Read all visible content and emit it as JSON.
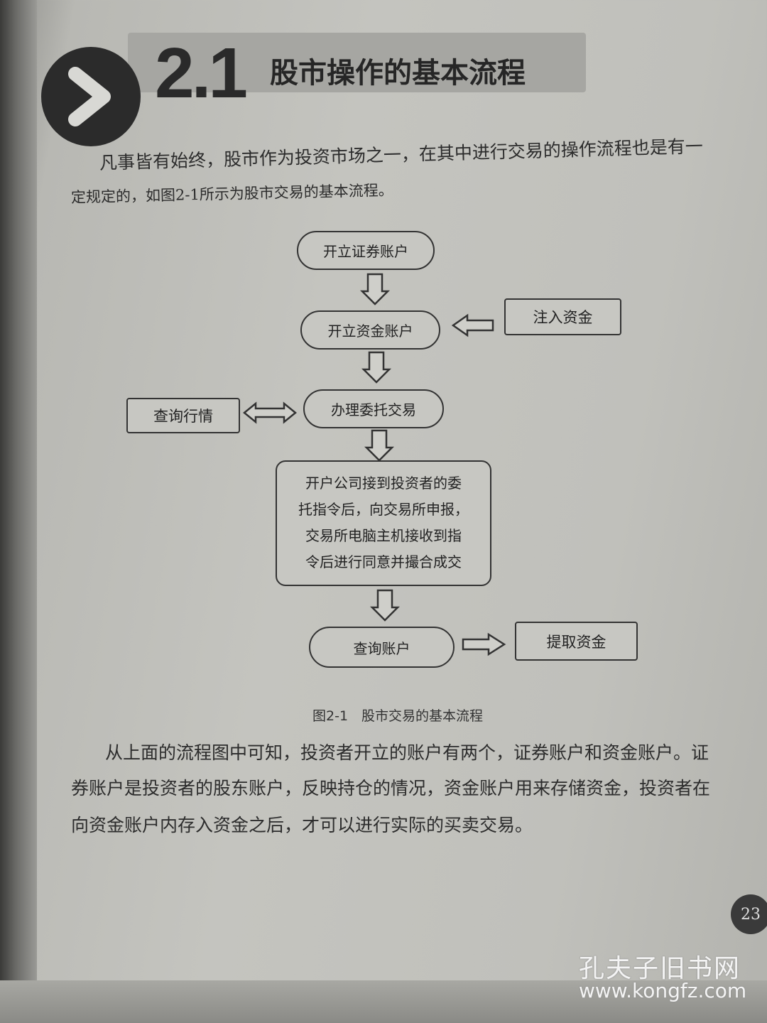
{
  "heading": {
    "number": "2.1",
    "title": "股市操作的基本流程",
    "icon": "chevron-right-icon"
  },
  "intro": {
    "lines": [
      "凡事皆有始终，股市作为投资市场之一，在其中进行交易的操作流程也是有一",
      "定规定的，如图2-1所示为股市交易的基本流程。"
    ]
  },
  "flowchart": {
    "open_securities": "开立证券账户",
    "open_fund": "开立资金账户",
    "inject_fund": "注入资金",
    "entrust_trade": "办理委托交易",
    "query_quotes": "查询行情",
    "process_lines": [
      "开户公司接到投资者的委",
      "托指令后，向交易所申报，",
      "交易所电脑主机接收到指",
      "令后进行同意并撮合成交"
    ],
    "query_account": "查询账户",
    "withdraw_fund": "提取资金",
    "caption": "图2-1　股市交易的基本流程"
  },
  "body": {
    "lines": [
      "从上面的流程图中可知，投资者开立的账户有两个，证券账户和资金账户。证",
      "券账户是投资者的股东账户，反映持仓的情况，资金账户用来存储资金，投资者在",
      "向资金账户内存入资金之后，才可以进行实际的买卖交易。"
    ]
  },
  "page_number": "23",
  "watermark": {
    "name": "孔夫子旧书网",
    "url": "www.kongfz.com"
  }
}
